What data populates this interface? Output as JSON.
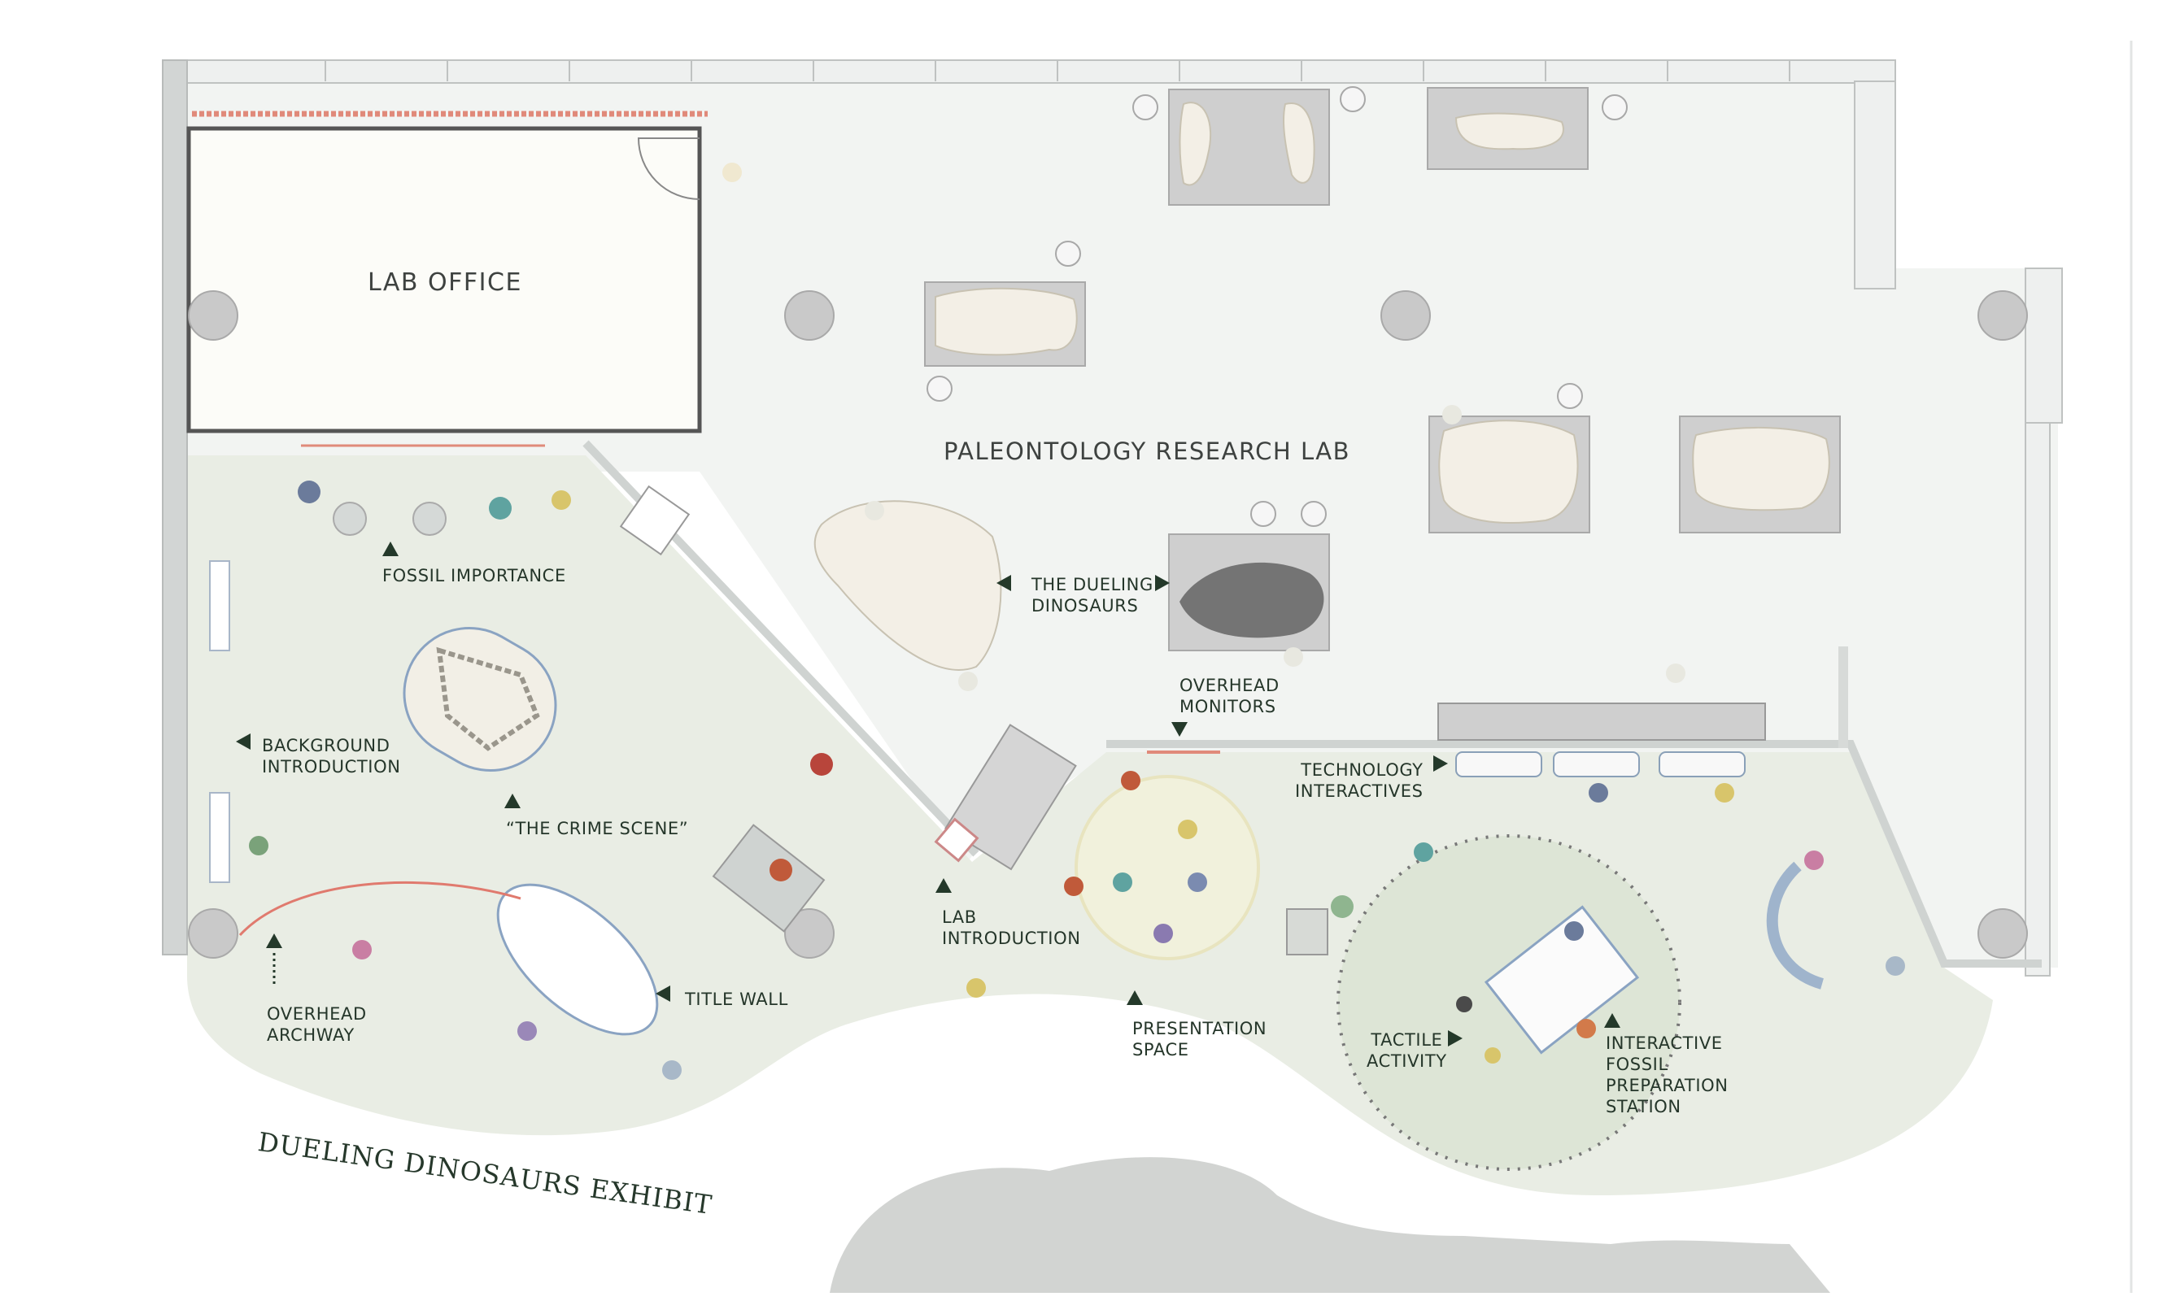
{
  "rooms": {
    "lab_office": "LAB OFFICE",
    "research_lab": "PALEONTOLOGY RESEARCH LAB"
  },
  "exhibit_title": "DUELING DINOSAURS EXHIBIT",
  "labels": {
    "fossil_importance": "FOSSIL IMPORTANCE",
    "background_introduction": "BACKGROUND\nINTRODUCTION",
    "crime_scene": "“THE CRIME SCENE”",
    "overhead_archway": "OVERHEAD\nARCHWAY",
    "title_wall": "TITLE WALL",
    "dueling_dinosaurs": "THE DUELING\nDINOSAURS",
    "lab_introduction": "LAB\nINTRODUCTION",
    "overhead_monitors": "OVERHEAD\nMONITORS",
    "presentation_space": "PRESENTATION\nSPACE",
    "technology_interactives": "TECHNOLOGY\nINTERACTIVES",
    "tactile_activity": "TACTILE\nACTIVITY",
    "fossil_prep_station": "INTERACTIVE\nFOSSIL\nPREPARATION\nSTATION"
  },
  "colors": {
    "exhibit_floor": "#e9ede4",
    "lab_floor": "#f2f4f2",
    "wall": "#c9cccb",
    "marker": "#24392a",
    "column": "#c9c9c9",
    "fossil_slab": "#cfcfcf",
    "presentation_circle": "#f1f1dc",
    "accent_red": "#e06a5a"
  }
}
